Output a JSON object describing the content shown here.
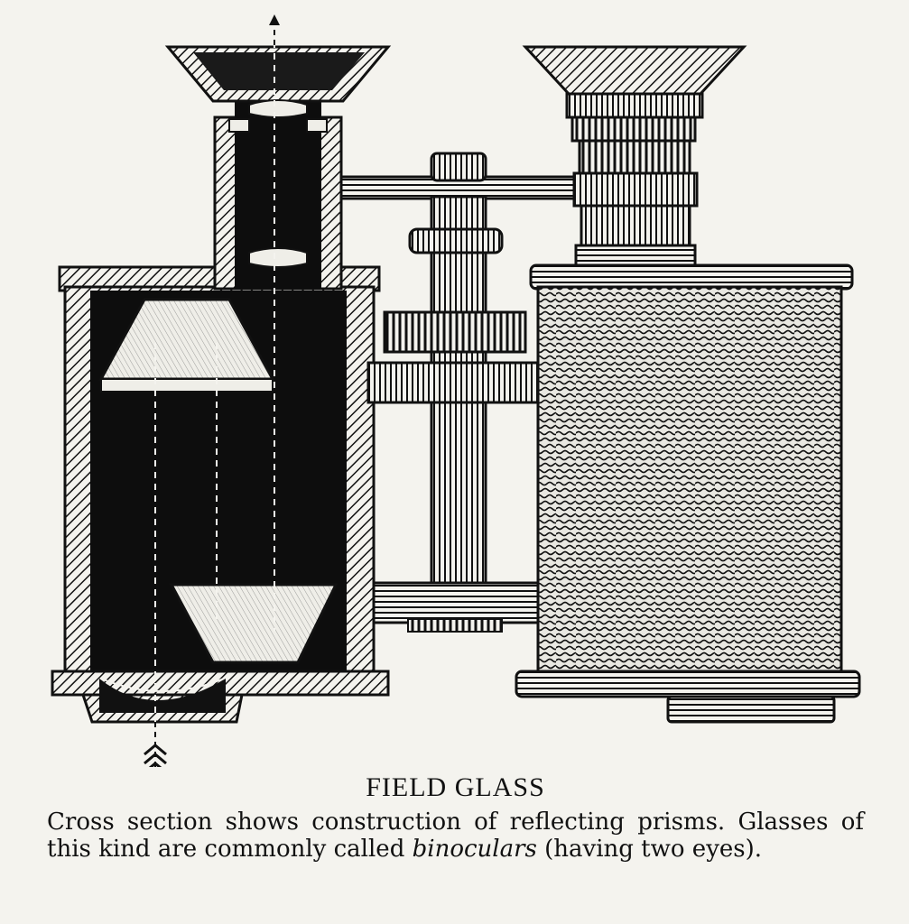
{
  "caption": {
    "title": "FIELD GLASS",
    "text_part1": "Cross section shows construction of reflecting prisms.  Glasses of this kind are commonly called ",
    "text_emphasis": "binoculars",
    "text_part2": " (having two eyes)."
  },
  "colors": {
    "paper": "#f4f3ee",
    "ink": "#111111",
    "prism": "#efeee8",
    "body_texture": "#3a3a3a"
  },
  "icons": [
    "light-path-arrow-up",
    "light-path-arrow-feathered"
  ]
}
